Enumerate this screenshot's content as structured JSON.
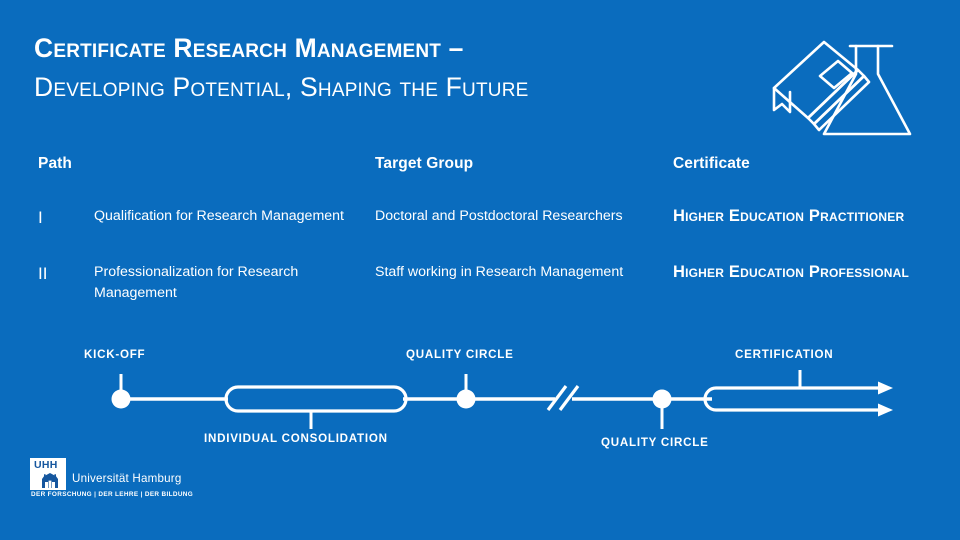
{
  "theme": {
    "background": "#0a6cbe",
    "foreground": "#ffffff",
    "logo_blue": "#15569e"
  },
  "title": {
    "line1": "Certificate Research Management –",
    "line2": "Developing Potential, Shaping the Future"
  },
  "header_icon": {
    "name": "book-and-flask-icon"
  },
  "table": {
    "headers": {
      "path": "Path",
      "target_group": "Target Group",
      "certificate": "Certificate"
    },
    "rows": [
      {
        "numeral": "I",
        "path": "Qualification  for Research Management",
        "target_group": "Doctoral and Postdoctoral Researchers",
        "certificate": "Higher Education Practitioner"
      },
      {
        "numeral": "II",
        "path": "Professionalization  for Research Management",
        "target_group": "Staff working in Research Management",
        "certificate": "Higher Education Professional"
      }
    ]
  },
  "timeline": {
    "labels": {
      "kickoff": "KICK-OFF",
      "individual_consolidation": "INDIVIDUAL CONSOLIDATION",
      "quality_circle_1": "QUALITY CIRCLE",
      "quality_circle_2": "QUALITY CIRCLE",
      "certification": "CERTIFICATION"
    }
  },
  "logo": {
    "mark": "UHH",
    "name": "Universität Hamburg",
    "tagline": "DER FORSCHUNG | DER LEHRE | DER BILDUNG"
  }
}
